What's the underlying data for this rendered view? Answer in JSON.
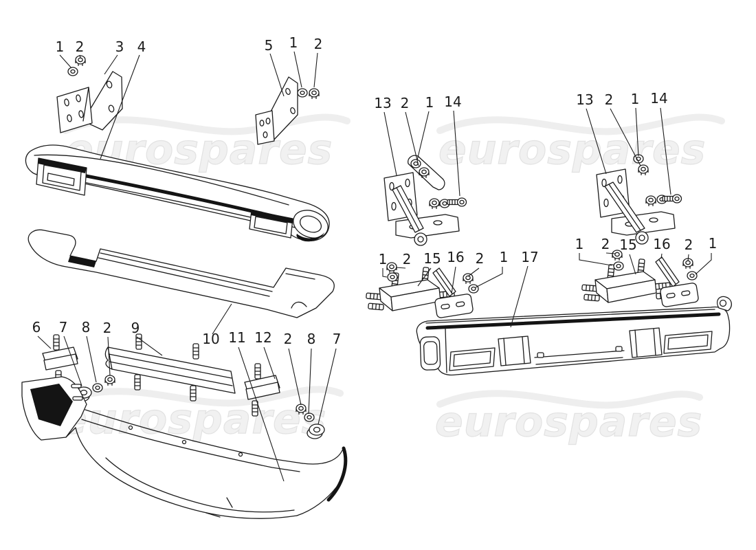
{
  "watermark": {
    "text": "eurospares"
  },
  "colors": {
    "background": "#ffffff",
    "line": "#1b1b1b",
    "watermark": "#f1f1f1"
  },
  "callouts": {
    "front_bracket_group": [
      "1",
      "2",
      "3",
      "4"
    ],
    "front_side_bracket_group": [
      "5",
      "1",
      "2"
    ],
    "rear_left_damper_group": [
      "13",
      "2",
      "1",
      "14"
    ],
    "rear_right_damper_group": [
      "13",
      "2",
      "1",
      "14"
    ],
    "rear_left_mount_group": [
      "1",
      "2",
      "15",
      "16",
      "2",
      "1"
    ],
    "rear_bumper_callout": "17",
    "rear_right_mount_group": [
      "1",
      "2",
      "15",
      "16",
      "2",
      "1"
    ],
    "front_left_mount_group": [
      "6",
      "7",
      "8",
      "2",
      "9"
    ],
    "front_center_mount_group": [
      "10",
      "11",
      "12",
      "2",
      "8",
      "7"
    ]
  }
}
